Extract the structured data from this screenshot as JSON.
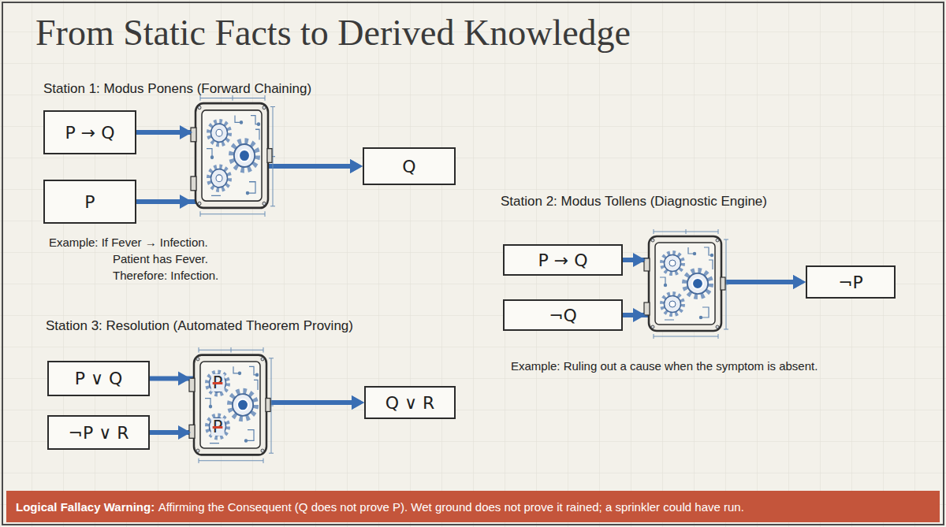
{
  "diagram": {
    "title": "From Static Facts to Derived Knowledge",
    "nodes": [
      {
        "text": [
          "P → Q"
        ]
      },
      {
        "text": [
          "P"
        ]
      },
      {
        "text": [
          "Q"
        ]
      },
      {
        "text": [
          "P → Q"
        ]
      },
      {
        "text": [
          "¬Q"
        ]
      },
      {
        "text": [
          "¬P"
        ]
      },
      {
        "text": [
          "P ∨ Q"
        ]
      },
      {
        "text": [
          "¬P ∨ R"
        ]
      },
      {
        "text": [
          "Q ∨ R"
        ]
      },
      {
        "text": [
          "Logical Fallacy Warning:",
          "Affirming the Consequent (Q does not prove P). Wet ground does not prove it rained; a sprinkler could have run."
        ]
      }
    ],
    "edges": [
      {
        "from": 0,
        "to": 2,
        "arrow": "to"
      },
      {
        "from": 1,
        "to": 2,
        "arrow": "to"
      },
      {
        "from": 3,
        "to": 5,
        "arrow": "to"
      },
      {
        "from": 4,
        "to": 5,
        "arrow": "to"
      },
      {
        "from": 6,
        "to": 8,
        "arrow": "to"
      },
      {
        "from": 7,
        "to": 8,
        "arrow": "to"
      }
    ],
    "labels": [
      "Station 1: Modus Ponens (Forward Chaining)",
      "Example: If Fever → Infection.",
      "Patient has Fever.",
      "Therefore: Infection.",
      "Station 2: Modus Tollens (Diagnostic Engine)",
      "Example: Ruling out a cause when the symptom is absent.",
      "Station 3: Resolution (Automated Theorem Proving)",
      "P",
      "P"
    ]
  }
}
